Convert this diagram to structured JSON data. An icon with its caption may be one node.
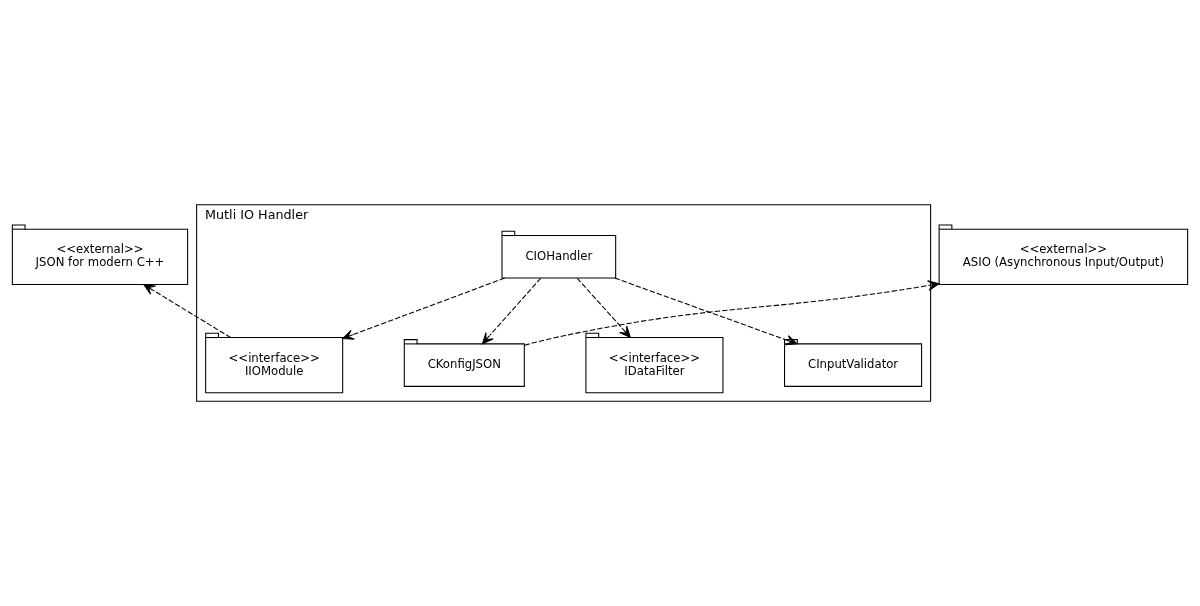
{
  "diagram": {
    "nodes": [
      {
        "text": [
          "<<external>>",
          "JSON for modern C++"
        ]
      },
      {
        "text": [
          "Mutli IO Handler"
        ]
      },
      {
        "text": [
          "<<interface>>",
          "IIOModule"
        ],
        "in": 1
      },
      {
        "text": [
          "CKonfigJSON"
        ],
        "in": 1
      },
      {
        "text": [
          "CIOHandler"
        ],
        "in": 1
      },
      {
        "text": [
          "<<interface>>",
          "IDataFilter"
        ],
        "in": 1
      },
      {
        "text": [
          "CInputValidator"
        ],
        "in": 1
      },
      {
        "text": [
          "<<external>>",
          "ASIO (Asynchronous Input/Output)"
        ]
      }
    ],
    "edges": [
      {
        "from": 2,
        "to": 0,
        "arrow": "to",
        "style": "dashed"
      },
      {
        "from": 3,
        "to": 7,
        "arrow": "to",
        "style": "dashed"
      },
      {
        "from": 4,
        "to": 2,
        "arrow": "to",
        "style": "dashed"
      },
      {
        "from": 4,
        "to": 3,
        "arrow": "to",
        "style": "dashed"
      },
      {
        "from": 4,
        "to": 5,
        "arrow": "to",
        "style": "dashed"
      },
      {
        "from": 4,
        "to": 6,
        "arrow": "to",
        "style": "dashed"
      }
    ]
  }
}
